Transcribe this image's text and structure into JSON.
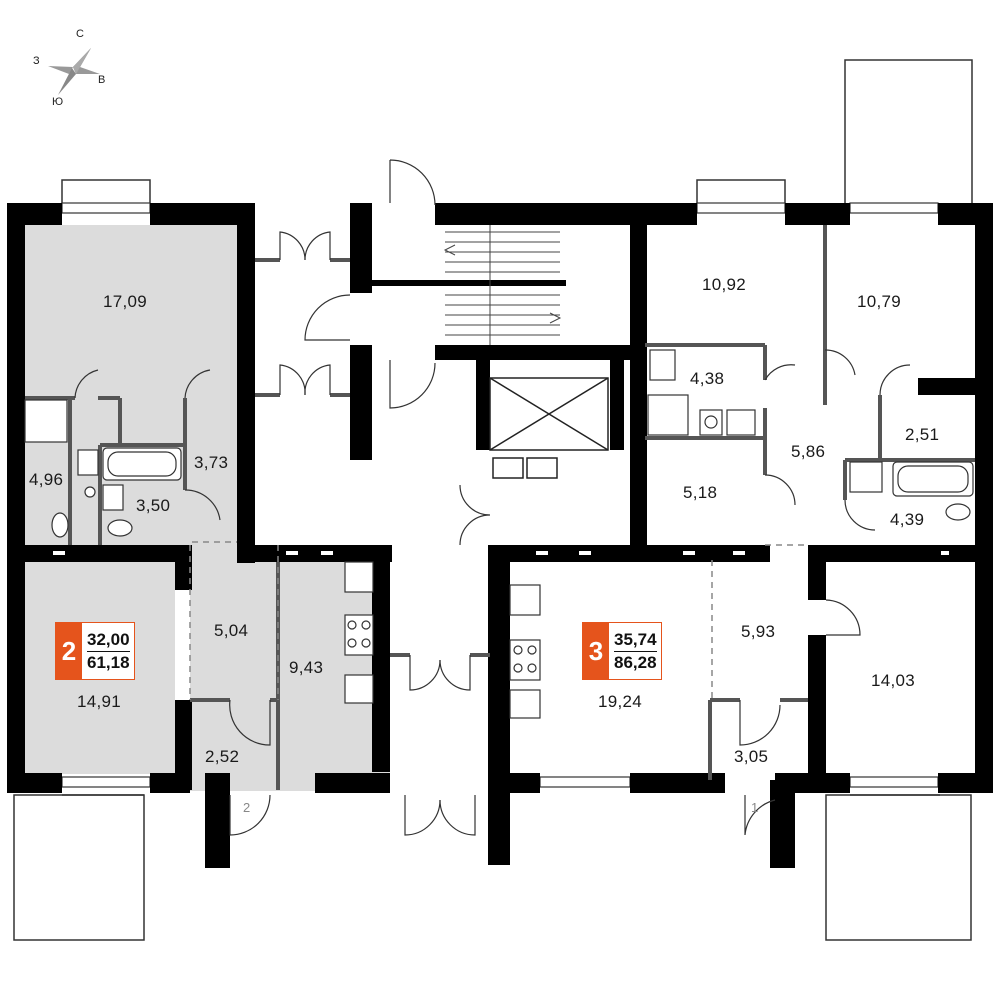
{
  "compass": {
    "north": "С",
    "east": "В",
    "south": "Ю",
    "west": "З"
  },
  "colors": {
    "wall": "#000000",
    "apartment_fill": "#dcdcdc",
    "accent": "#e5541c",
    "partition": "#555555"
  },
  "apartments": [
    {
      "number": "2",
      "living_area": "32,00",
      "total_area": "61,18"
    },
    {
      "number": "3",
      "living_area": "35,74",
      "total_area": "86,28"
    }
  ],
  "rooms": [
    {
      "id": "room-17-09",
      "area": "17,09"
    },
    {
      "id": "room-4-96",
      "area": "4,96"
    },
    {
      "id": "room-3-73",
      "area": "3,73"
    },
    {
      "id": "room-3-50",
      "area": "3,50"
    },
    {
      "id": "room-5-04",
      "area": "5,04"
    },
    {
      "id": "room-9-43",
      "area": "9,43"
    },
    {
      "id": "room-14-91",
      "area": "14,91"
    },
    {
      "id": "room-2-52",
      "area": "2,52"
    },
    {
      "id": "room-10-92",
      "area": "10,92"
    },
    {
      "id": "room-10-79",
      "area": "10,79"
    },
    {
      "id": "room-4-38",
      "area": "4,38"
    },
    {
      "id": "room-5-86",
      "area": "5,86"
    },
    {
      "id": "room-2-51",
      "area": "2,51"
    },
    {
      "id": "room-5-18",
      "area": "5,18"
    },
    {
      "id": "room-4-39",
      "area": "4,39"
    },
    {
      "id": "room-5-93",
      "area": "5,93"
    },
    {
      "id": "room-14-03",
      "area": "14,03"
    },
    {
      "id": "room-19-24",
      "area": "19,24"
    },
    {
      "id": "room-3-05",
      "area": "3,05"
    }
  ],
  "entrances": [
    "2",
    "1"
  ]
}
